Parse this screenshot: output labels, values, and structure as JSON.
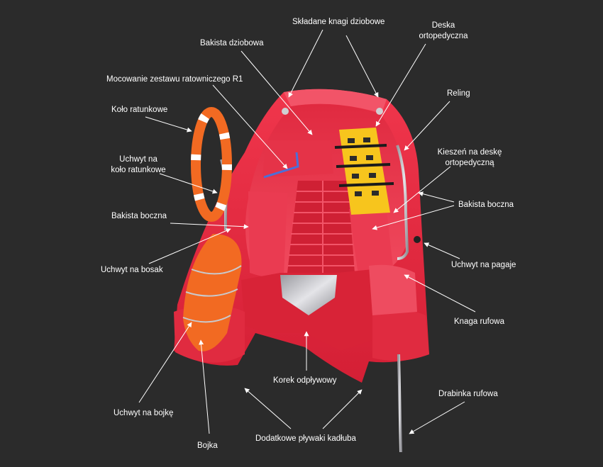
{
  "colors": {
    "background": "#2b2b2b",
    "hull": "#e8293f",
    "hull_dark": "#b5182b",
    "hull_light": "#f2556a",
    "lifebuoy": "#f26a22",
    "board": "#f7c51d",
    "metal": "#c9c9cc",
    "text": "#ffffff"
  },
  "labels": {
    "bow_cleats": "Składane knagi dziobowe",
    "spine_board_1": "Deska",
    "spine_board_2": "ortopedyczna",
    "bow_locker": "Bakista dziobowa",
    "r1_mount": "Mocowanie zestawu ratowniczego R1",
    "railing": "Reling",
    "lifebuoy": "Koło ratunkowe",
    "board_pocket_1": "Kieszeń na deskę",
    "board_pocket_2": "ortopedyczną",
    "lifebuoy_holder_1": "Uchwyt na",
    "lifebuoy_holder_2": "koło ratunkowe",
    "side_locker_right": "Bakista boczna",
    "side_locker_left": "Bakista boczna",
    "boathook_holder": "Uchwyt na bosak",
    "paddle_holder": "Uchwyt na pagaje",
    "stern_cleat": "Knaga rufowa",
    "drain_plug": "Korek odpływowy",
    "stern_ladder": "Drabinka rufowa",
    "buoy_holder": "Uchwyt na bojkę",
    "buoy": "Bojka",
    "hull_floats": "Dodatkowe pływaki kadłuba"
  }
}
